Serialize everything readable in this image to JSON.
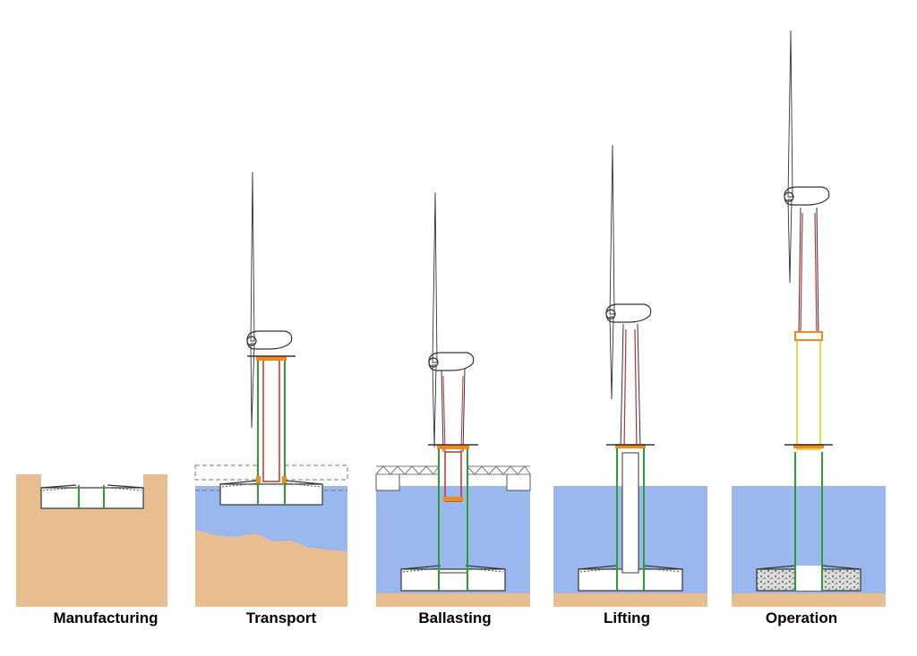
{
  "stages": [
    {
      "id": "manufacturing",
      "label": "Manufacturing"
    },
    {
      "id": "transport",
      "label": "Transport"
    },
    {
      "id": "ballasting",
      "label": "Ballasting"
    },
    {
      "id": "lifting",
      "label": "Lifting"
    },
    {
      "id": "operation",
      "label": "Operation"
    }
  ],
  "colors": {
    "sand": "#E8BE91",
    "water": "#9BB8EE",
    "line": "#333333",
    "green": "#2E9E2E",
    "red": "#C0302A",
    "orange": "#F08A1C",
    "yellow": "#D8D020",
    "concrete": "#F2F2F2",
    "dashed": "#777777"
  }
}
